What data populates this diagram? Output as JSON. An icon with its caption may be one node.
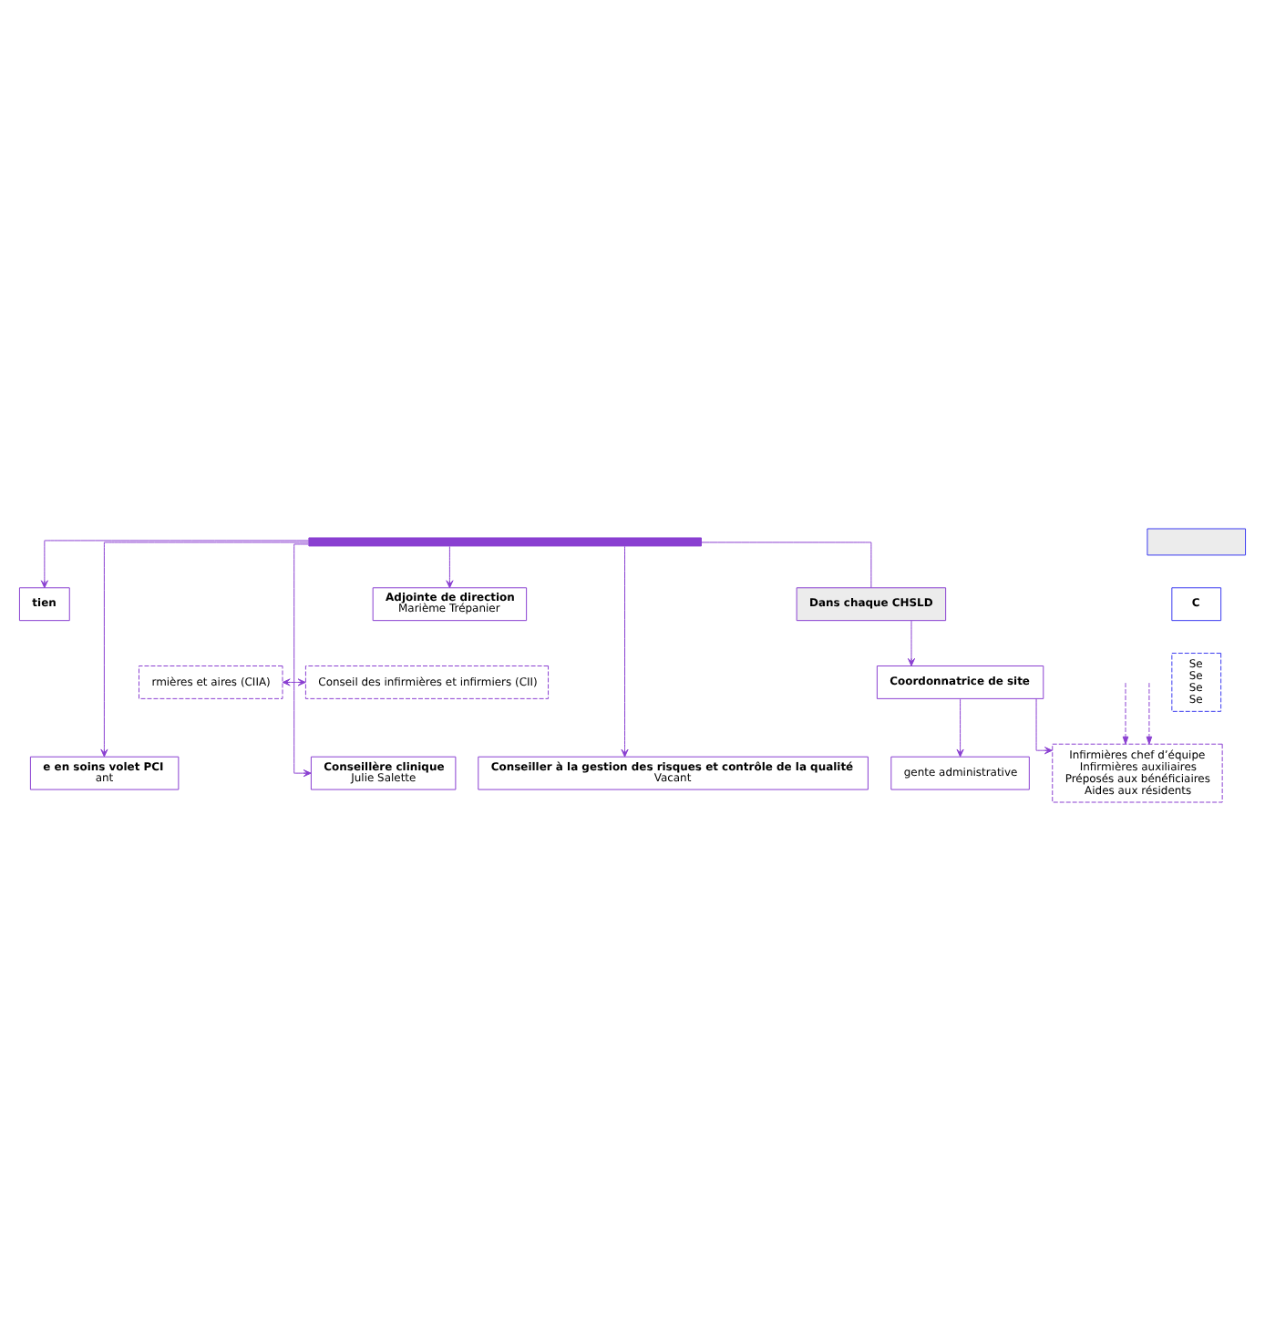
{
  "diagram": {
    "nodes": [
      {
        "text": [],
        "shape": "bar"
      },
      {
        "text": [
          "tien"
        ]
      },
      {
        "text": [
          "Adjointe de direction",
          "Marième Trépanier"
        ]
      },
      {
        "text": [
          "rmières et aires (CIIA)"
        ]
      },
      {
        "text": [
          "Conseil des infirmières et infirmiers (CII)"
        ]
      },
      {
        "text": [
          "e en soins volet PCI",
          "ant"
        ]
      },
      {
        "text": [
          "Conseillère clinique",
          "Julie Salette"
        ]
      },
      {
        "text": [
          "Conseiller à la gestion des risques et contrôle de la qualité",
          "Vacant"
        ]
      },
      {
        "text": [
          "Dans chaque CHSLD"
        ]
      },
      {
        "text": [
          "Coordonnatrice de site"
        ]
      },
      {
        "text": [
          "gente administrative"
        ]
      },
      {
        "text": [
          "Infirmières chef d’équipe",
          "Infirmières auxiliaires",
          "Préposés aux bénéficiaires",
          "Aides aux résidents"
        ]
      },
      {
        "text": [],
        "shape": "box"
      },
      {
        "text": [
          "C"
        ]
      },
      {
        "text": [
          "Se",
          "Se",
          "Se",
          "Se"
        ]
      }
    ],
    "edges": [
      {
        "from": 0,
        "to": 1,
        "arrow": "to"
      },
      {
        "from": 0,
        "to": 2,
        "arrow": "to"
      },
      {
        "from": 3,
        "to": 4,
        "arrow": "both"
      },
      {
        "from": 0,
        "to": 5,
        "arrow": "to"
      },
      {
        "from": 0,
        "to": 6,
        "arrow": "to"
      },
      {
        "from": 0,
        "to": 7,
        "arrow": "to"
      },
      {
        "from": 0,
        "to": 8,
        "arrow": "none"
      },
      {
        "from": 8,
        "to": 9,
        "arrow": "to"
      },
      {
        "from": 9,
        "to": 10,
        "arrow": "to"
      },
      {
        "from": 9,
        "to": 11,
        "arrow": "to"
      },
      {
        "from": null,
        "to": 11,
        "arrow": "to",
        "style": "dashed"
      },
      {
        "from": null,
        "to": 11,
        "arrow": "to",
        "style": "dashed"
      }
    ]
  }
}
